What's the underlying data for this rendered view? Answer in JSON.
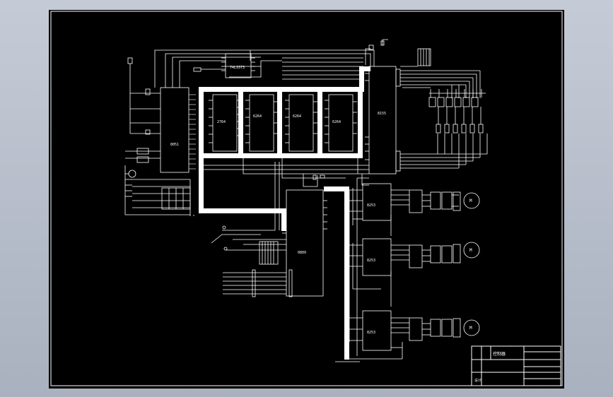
{
  "colors": {
    "viewport_bg": "#b7bec9",
    "sheet_bg": "#000000",
    "wire": "#ffffff"
  },
  "chips": {
    "cpu": "8051",
    "latch": "74LS373",
    "rom": "2764",
    "ram_a": "6264",
    "ram_b": "6264",
    "ram_c": "6264",
    "ppi": "8155",
    "adc": "0809",
    "driver_1": "8253",
    "driver_2": "8253",
    "driver_3": "8253"
  },
  "motors": [
    "M",
    "M",
    "M"
  ],
  "title_block": {
    "name_label": "控制器",
    "row_2": "",
    "row_3": "设计"
  }
}
